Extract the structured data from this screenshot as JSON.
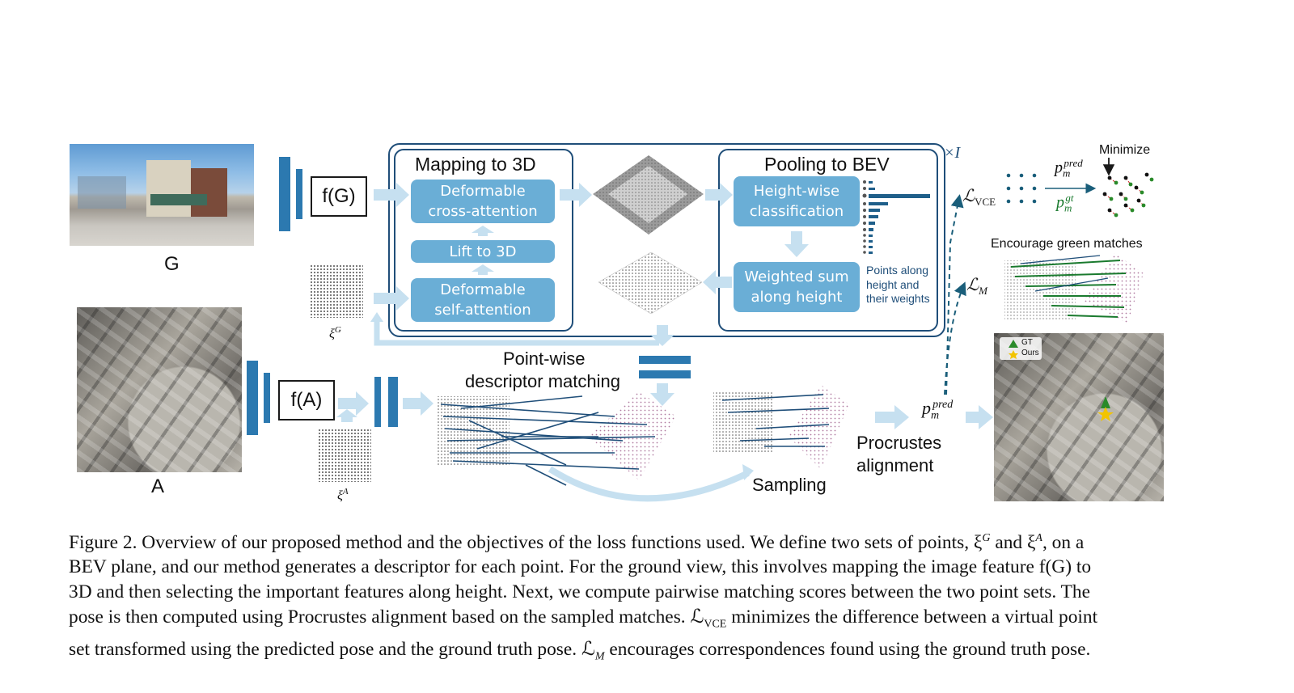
{
  "figure": {
    "labels": {
      "g": "G",
      "a": "A",
      "fg": "f(G)",
      "fa": "f(A)",
      "xi_g": "ξ",
      "xi_g_sup": "G",
      "xi_a": "ξ",
      "xi_a_sup": "A",
      "mapping_title": "Mapping to 3D",
      "deformable_cross_1": "Deformable",
      "deformable_cross_2": "cross-attention",
      "lift": "Lift to 3D",
      "deformable_self_1": "Deformable",
      "deformable_self_2": "self-attention",
      "pooling_title": "Pooling to BEV",
      "height_wise_1": "Height-wise",
      "height_wise_2": "classification",
      "weighted_1": "Weighted sum",
      "weighted_2": "along height",
      "points_along_1": "Points along",
      "points_along_2": "height and",
      "points_along_3": "their weights",
      "times_i": "×I",
      "l_vce": "ℒ",
      "l_vce_sub": "VCE",
      "l_m": "ℒ",
      "l_m_sub": "M",
      "p_pred_base": "p",
      "p_pred_sub": "m",
      "p_pred_sup": "pred",
      "p_gt_base": "p",
      "p_gt_sub": "m",
      "p_gt_sup": "gt",
      "minimize": "Minimize",
      "encourage": "Encourage green matches",
      "pointwise_1": "Point-wise",
      "pointwise_2": "descriptor matching",
      "sampling": "Sampling",
      "procrustes_1": "Procrustes",
      "procrustes_2": "alignment",
      "legend_gt": "GT",
      "legend_ours": "Ours"
    },
    "colors": {
      "accent_blue": "#6aaed6",
      "dark_blue": "#2c79b0",
      "frame_blue": "#1f4e79",
      "arrow_light": "#c6e0f0",
      "match_green": "#1a7a2e",
      "loss_teal": "#1a5e7a"
    }
  },
  "caption": {
    "line1": "Figure 2. Overview of our proposed method and the objectives of the loss functions used. We define two sets of points, ξ",
    "line1_sup1": "G",
    "line1_mid": " and ξ",
    "line1_sup2": "A",
    "line1_end": ", on a",
    "line2": "BEV plane, and our method generates a descriptor for each point. For the ground view, this involves mapping the image feature f(G) to",
    "line3": "3D and then selecting the important features along height. Next, we compute pairwise matching scores between the two point sets. The",
    "line4a": "pose is then computed using Procrustes alignment based on the sampled matches. ℒ",
    "line4_sub": "VCE",
    "line4b": " minimizes the difference between a virtual point",
    "line5a": "set transformed using the predicted pose and the ground truth pose. ℒ",
    "line5_sub": "M",
    "line5b": " encourages correspondences found using the ground truth pose."
  }
}
